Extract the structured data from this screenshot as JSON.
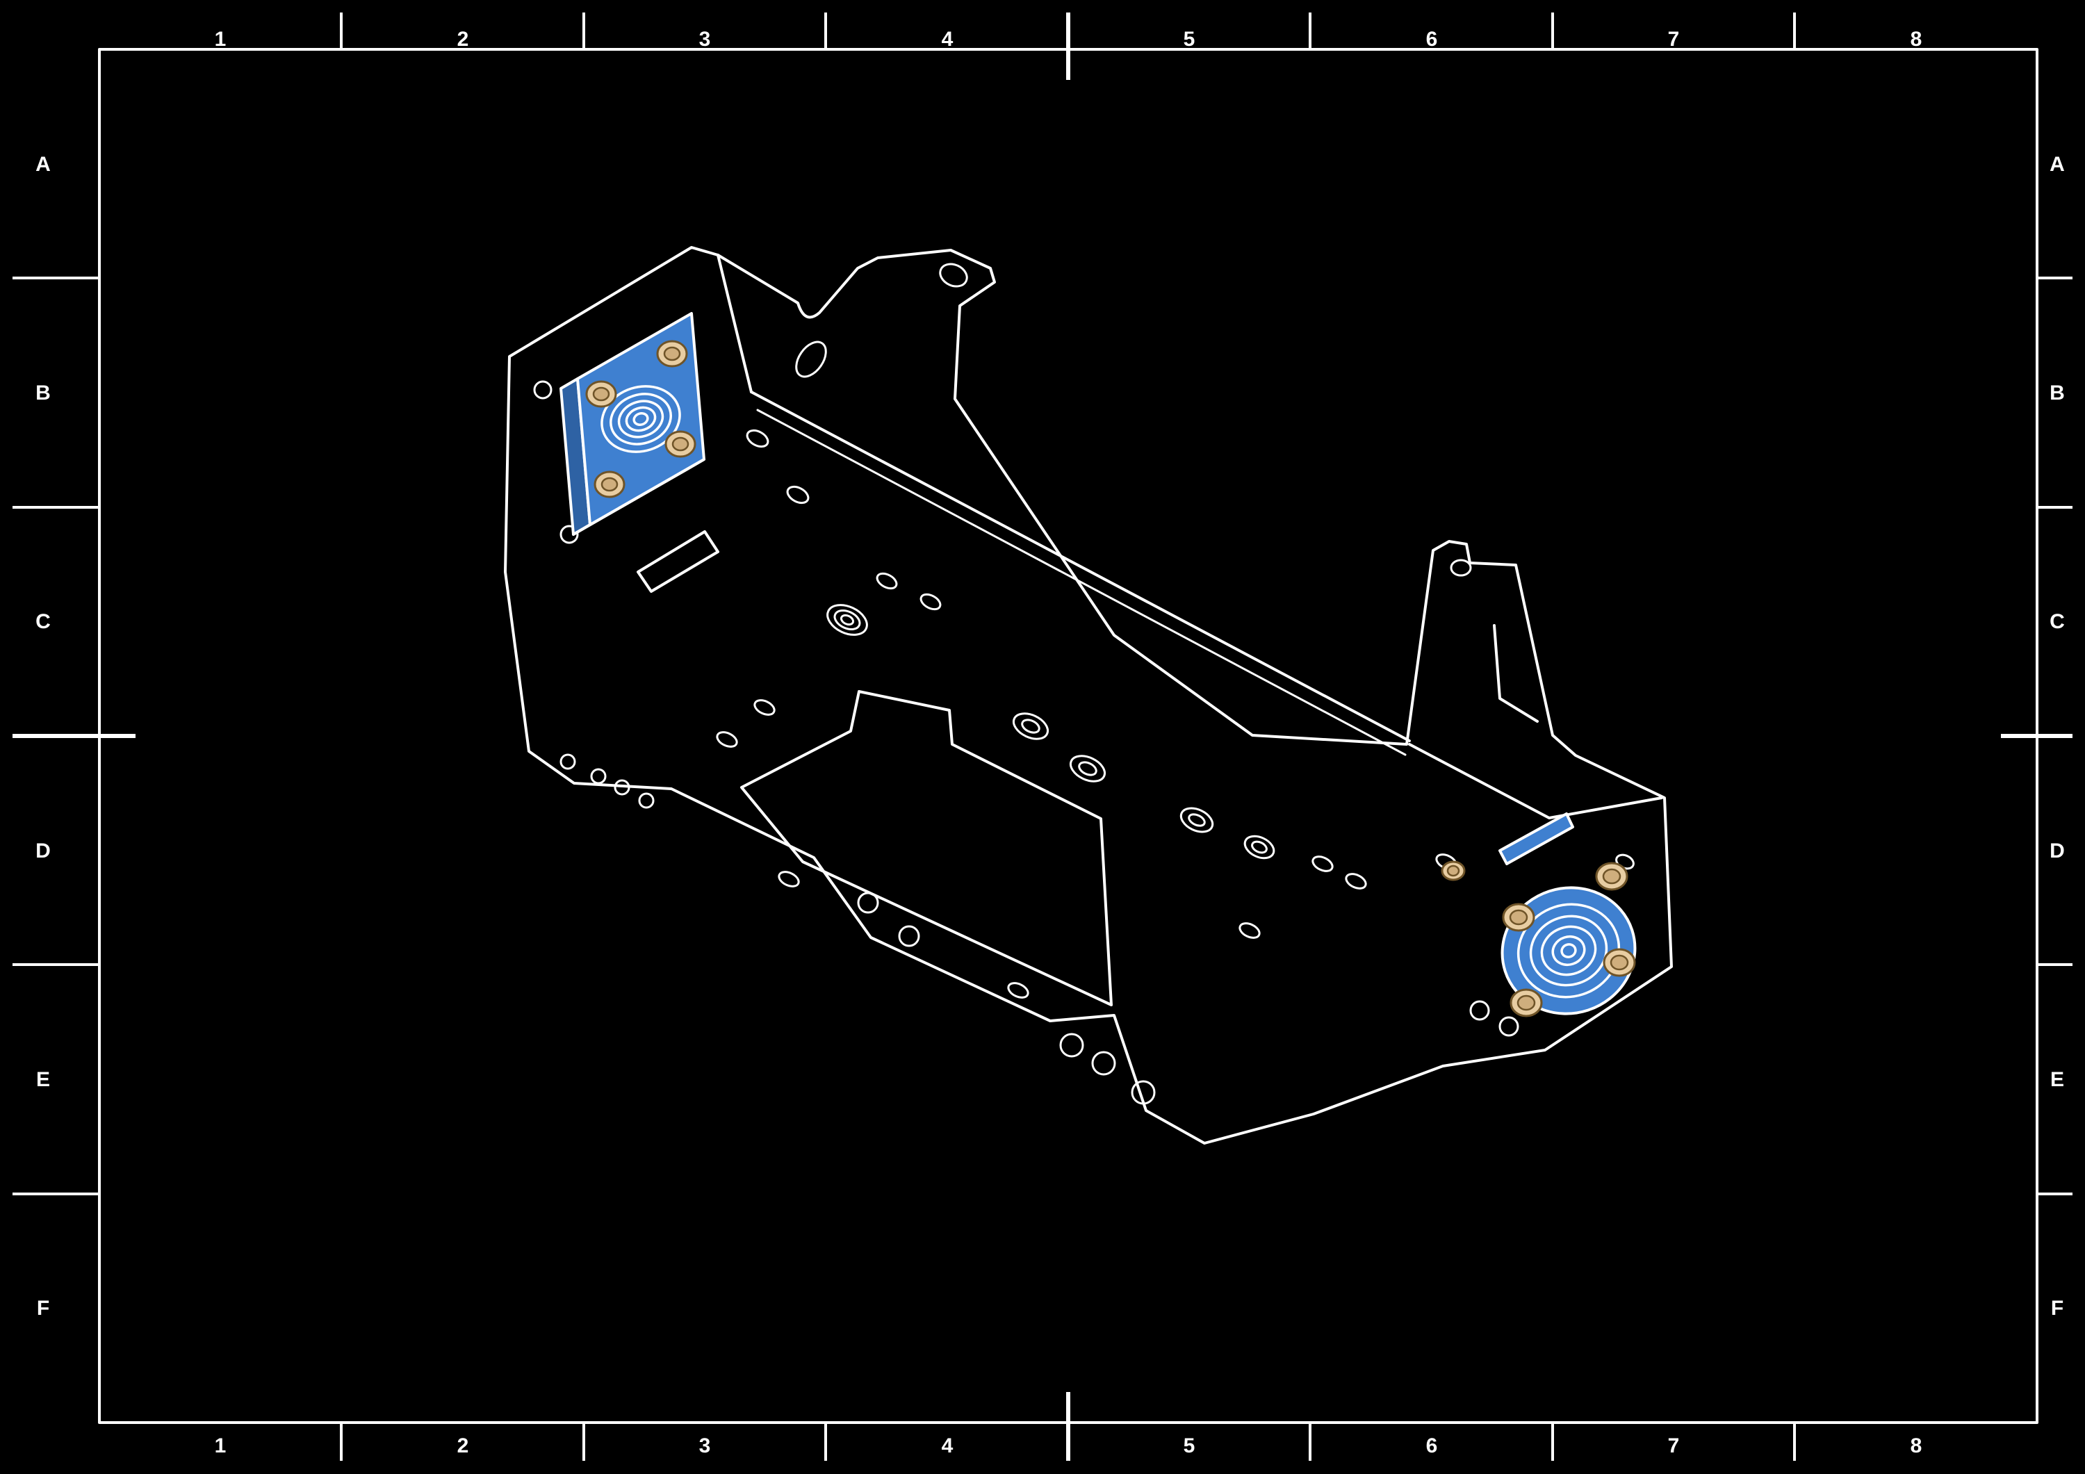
{
  "sheet": {
    "background_color": "#000000",
    "border_color": "#ffffff",
    "zones": {
      "columns": [
        "1",
        "2",
        "3",
        "4",
        "5",
        "6",
        "7",
        "8"
      ],
      "rows": [
        "A",
        "B",
        "C",
        "D",
        "E",
        "F"
      ]
    }
  },
  "drawing": {
    "line_color": "#ffffff",
    "highlight_color": "#3f80d0",
    "fastener_color": "#e8cda2",
    "parts": [
      {
        "id": "chassis-housing",
        "style": "white outline isometric view"
      },
      {
        "id": "bearing-block-upper-left",
        "style": "blue highlighted square bearing block with four cap screws"
      },
      {
        "id": "bearing-flange-lower-right",
        "style": "blue highlighted round bearing flange with four cap screws"
      },
      {
        "id": "guide-rail-strip",
        "style": "blue highlighted strip with fastener"
      }
    ]
  }
}
